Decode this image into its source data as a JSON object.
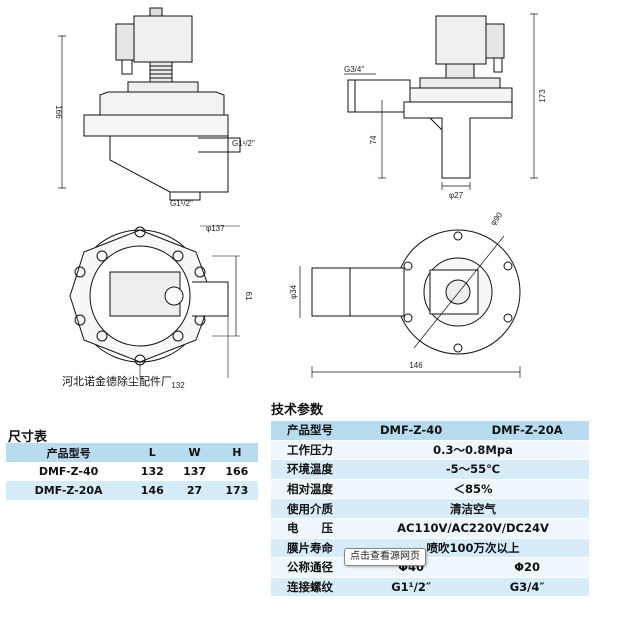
{
  "caption": "河北诺金德除尘配件厂",
  "drawing_labels": {
    "height_166": "166",
    "g1_half_right": "G1¹/2\"",
    "g1_half_bottom": "G1¹/2\"",
    "dia_137": "φ137",
    "dim_61": "61",
    "dim_132": "132",
    "g3_4": "G3/4\"",
    "dim_74": "74",
    "dim_173": "173",
    "dia_27": "φ27",
    "dia_90": "φ90",
    "dia_34": "φ34",
    "dim_146": "146"
  },
  "dimension_table": {
    "title": "尺寸表",
    "headers": [
      "产品型号",
      "L",
      "W",
      "H"
    ],
    "rows": [
      [
        "DMF-Z-40",
        "132",
        "137",
        "166"
      ],
      [
        "DMF-Z-20A",
        "146",
        "27",
        "173"
      ]
    ]
  },
  "tech_table": {
    "title": "技术参数",
    "header": {
      "label": "产品型号",
      "col1": "DMF-Z-40",
      "col2": "DMF-Z-20A"
    },
    "rows": [
      {
        "label": "工作压力",
        "value": "0.3～0.8Mpa"
      },
      {
        "label": "环境温度",
        "value": "-5～55℃"
      },
      {
        "label": "相对温度",
        "value": "＜85%"
      },
      {
        "label": "使用介质",
        "value": "清洁空气"
      },
      {
        "label": "电　　压",
        "value": "AC110V/AC220V/DC24V"
      },
      {
        "label": "膜片寿命",
        "value": "喷吹100万次以上"
      },
      {
        "label": "公称通径",
        "col1": "Φ40",
        "col2": "Φ20"
      },
      {
        "label": "连接螺纹",
        "col1": "G1¹/2″",
        "col2": "G3/4″"
      }
    ]
  },
  "overlay_badge": "点击查看源网页"
}
